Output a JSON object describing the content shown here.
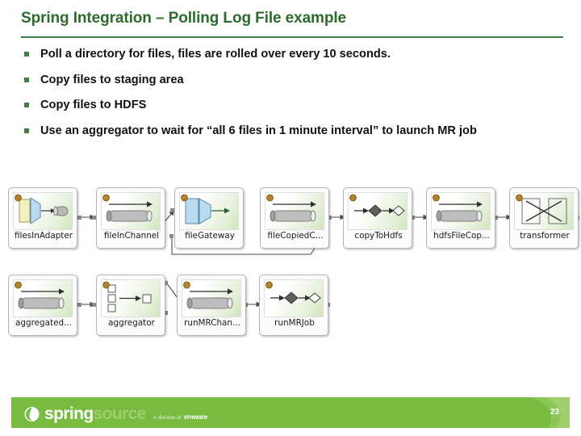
{
  "slide": {
    "title": "Spring Integration – Polling Log File example",
    "bullets": [
      "Poll a directory for files, files are rolled over every 10 seconds.",
      "Copy files to staging area",
      "Copy files to HDFS",
      "Use an aggregator to wait for “all 6 files in 1 minute interval” to launch MR job"
    ]
  },
  "colors": {
    "title_green": "#2b6b2b",
    "rule_green": "#3f7f3f",
    "bullet_green": "#3f7f3f",
    "footer_green": "#77bb41",
    "node_yellow": "#f4efbd",
    "node_blue": "#b9dcf2",
    "node_gray": "#a8a8a8"
  },
  "diagram": {
    "row1": [
      {
        "id": "filesInAdapter",
        "label": "filesInAdapter",
        "art": "inbound-adapter"
      },
      {
        "id": "fileInChannel",
        "label": "fileInChannel",
        "art": "channel"
      },
      {
        "id": "fileGateway",
        "label": "fileGateway",
        "art": "gateway"
      },
      {
        "id": "fileCopiedC",
        "label": "fileCopiedC...",
        "art": "channel"
      },
      {
        "id": "copyToHdfs",
        "label": "copyToHdfs",
        "art": "service-activator"
      },
      {
        "id": "hdfsFileCop",
        "label": "hdfsFileCop...",
        "art": "channel"
      },
      {
        "id": "transformer",
        "label": "transformer",
        "art": "transformer"
      }
    ],
    "row2": [
      {
        "id": "aggregatedCh",
        "label": "aggregated...",
        "art": "channel"
      },
      {
        "id": "aggregator",
        "label": "aggregator",
        "art": "aggregator"
      },
      {
        "id": "runMRChan",
        "label": "runMRChan...",
        "art": "channel"
      },
      {
        "id": "runMRJob",
        "label": "runMRJob",
        "art": "service-activator"
      }
    ]
  },
  "footer": {
    "logo_spring": "spring",
    "logo_source": "source",
    "tagline": "A division of",
    "vmware": "vmware",
    "page_number": "23"
  }
}
